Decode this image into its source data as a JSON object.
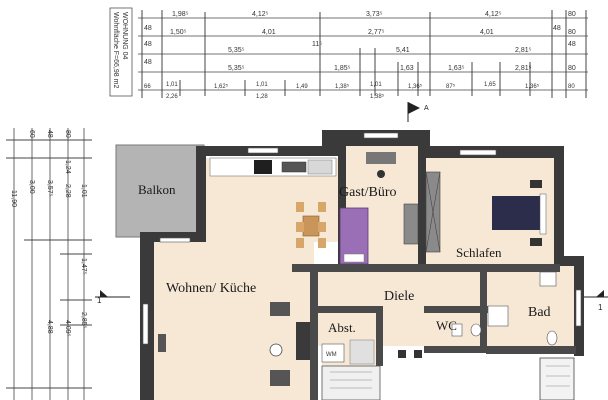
{
  "rooms": {
    "balkon": "Balkon",
    "gast": "Gast/Büro",
    "schlafen": "Schlafen",
    "wohnen": "Wohnen/ Küche",
    "diele": "Diele",
    "bad": "Bad",
    "abst": "Abst.",
    "wc": "WC",
    "wm": "WM"
  },
  "wohnung_label": {
    "line1": "WOHNUNG 04",
    "line2": "Wohnfläche F=66,98 m2"
  },
  "dims": {
    "row1": [
      "1,98⁵",
      "4,12⁵",
      "3,73⁵",
      "4,12⁵",
      "80"
    ],
    "row2": [
      "48",
      "1,50⁵",
      "4,01",
      "2,77⁵",
      "4,01",
      "48",
      "80"
    ],
    "row3": [
      "48",
      "5,35⁵",
      "11⁵",
      "5,41",
      "2,81⁵",
      "48"
    ],
    "row4": [
      "48",
      "5,35⁵",
      "1,85⁵",
      "1,63",
      "1,63⁵",
      "2,81⁵",
      "80"
    ],
    "row5": [
      "66",
      "1,01",
      "2,26",
      "1,62⁵",
      "1,01",
      "1,28",
      "1,49",
      "1,38⁵",
      "1,01",
      "1,38⁵",
      "1,36⁵",
      "87⁵",
      "1,65",
      "1,36⁵",
      "80"
    ],
    "left": [
      "11,90",
      "3,00",
      "3,57⁵",
      "4,88",
      "4,09⁵",
      "1,24",
      "2,28",
      "1,47⁵",
      "2,85⁵",
      "1,01",
      "60",
      "48",
      "80"
    ]
  },
  "section_marks": [
    "1",
    "1"
  ],
  "colors": {
    "wall": "#333333",
    "floor": "#f7e8d6",
    "balkon": "#b0b0b0",
    "bed_purple": "#9b6fb5",
    "accent": "#1f1f1f"
  }
}
